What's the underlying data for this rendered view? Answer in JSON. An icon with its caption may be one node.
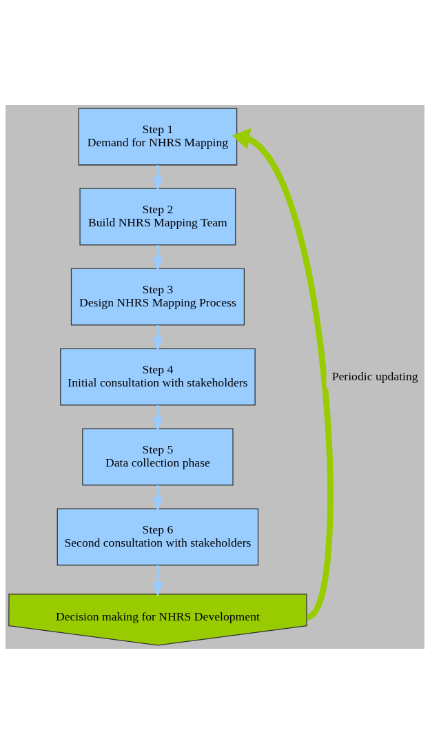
{
  "diagram": {
    "nodes": [
      {
        "text": [
          "Step 1",
          "Demand for NHRS Mapping"
        ]
      },
      {
        "text": [
          "Step 2",
          "Build NHRS Mapping Team"
        ]
      },
      {
        "text": [
          "Step 3",
          "Design NHRS Mapping Process"
        ]
      },
      {
        "text": [
          "Step 4",
          "Initial consultation with stakeholders"
        ]
      },
      {
        "text": [
          "Step 5",
          "Data collection phase"
        ]
      },
      {
        "text": [
          "Step 6",
          "Second consultation with stakeholders"
        ]
      },
      {
        "text": [
          "Decision making for NHRS Development"
        ]
      }
    ],
    "edges": [
      {
        "from": 0,
        "to": 1,
        "arrow": "to"
      },
      {
        "from": 1,
        "to": 2,
        "arrow": "to"
      },
      {
        "from": 2,
        "to": 3,
        "arrow": "to"
      },
      {
        "from": 3,
        "to": 4,
        "arrow": "to"
      },
      {
        "from": 4,
        "to": 5,
        "arrow": "to"
      },
      {
        "from": 5,
        "to": 6,
        "arrow": "to"
      },
      {
        "from": 6,
        "to": 0,
        "arrow": "to",
        "label": "Periodic updating",
        "style": "thick",
        "color": "#99cc00"
      }
    ]
  }
}
